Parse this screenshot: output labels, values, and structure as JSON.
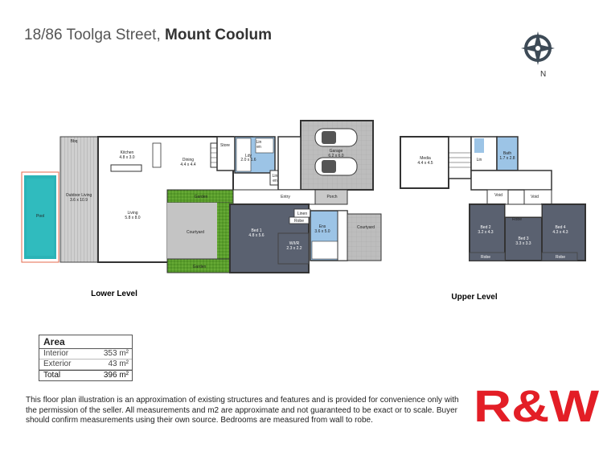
{
  "header": {
    "address_street": "18/86 Toolga Street,",
    "address_suburb": "Mount Coolum"
  },
  "compass": {
    "north_label": "N"
  },
  "lower_level": {
    "label": "Lower Level",
    "rooms": {
      "bbq": "Bbq",
      "kitchen": "Kitchen",
      "kitchen_dim": "4.8 x 3.0",
      "dining": "Dining",
      "dining_dim": "4.4 x 4.4",
      "store": "Store",
      "ldy": "Ldy",
      "ldy_dim": "2.0 x 1.6",
      "lin1": "Lin",
      "lin1b": "en",
      "lin2": "Lin",
      "lin2b": "en",
      "garage": "Garage",
      "garage_dim": "6.2 x 6.0",
      "outdoor_living": "Outdoor Living",
      "outdoor_living_dim": "3.6 x 10.9",
      "pool": "Pool",
      "living": "Living",
      "living_dim": "5.8 x 8.0",
      "garden_top": "Garden",
      "garden_bottom": "Garden",
      "courtyard_left": "Courtyard",
      "entry": "Entry",
      "porch": "Porch",
      "bed1": "Bed 1",
      "bed1_dim": "4.8 x 5.6",
      "robe": "Robe",
      "linen": "Linen",
      "ens": "Ens",
      "ens_dim": "3.6 x 5.0",
      "wir": "W/I/R",
      "wir_dim": "2.3 x 2.2",
      "courtyard_right": "Courtyard"
    }
  },
  "upper_level": {
    "label": "Upper Level",
    "rooms": {
      "media": "Media",
      "media_dim": "4.4 x 4.5",
      "lin": "Lin",
      "bath": "Bath",
      "bath_dim": "1.7 x 2.8",
      "void1": "Void",
      "void2": "Void",
      "bed2": "Bed 2",
      "bed2_dim": "3.2 x 4.3",
      "bed3": "Bed 3",
      "bed3_dim": "3.3 x 3.3",
      "bed4": "Bed 4",
      "bed4_dim": "4.3 x 4.3",
      "robe_left": "Robe",
      "robe_mid": "Robe",
      "robe_right": "Robe"
    }
  },
  "area": {
    "title": "Area",
    "rows": [
      {
        "label": "Interior",
        "value": "353 m²"
      },
      {
        "label": "Exterior",
        "value": "43 m²"
      },
      {
        "label": "Total",
        "value": "396 m²"
      }
    ]
  },
  "disclaimer": "This floor plan illustration is an approximation of existing structures and features and is provided for convenience only with the permission of the seller. All measurements and m2 are approximate and not guaranteed to be exact or to scale. Buyer should confirm measurements using their own source. Bedrooms are measured from wall to robe.",
  "logo": {
    "text": "R&W",
    "color": "#e31e26"
  },
  "colors": {
    "pool": "#2bb3b7",
    "garden": "#5a9e2c",
    "bedroom": "#5a6170",
    "wet_area": "#9cc4e6",
    "paving": "#bdbdbd",
    "deck": "#c7c7c7"
  }
}
